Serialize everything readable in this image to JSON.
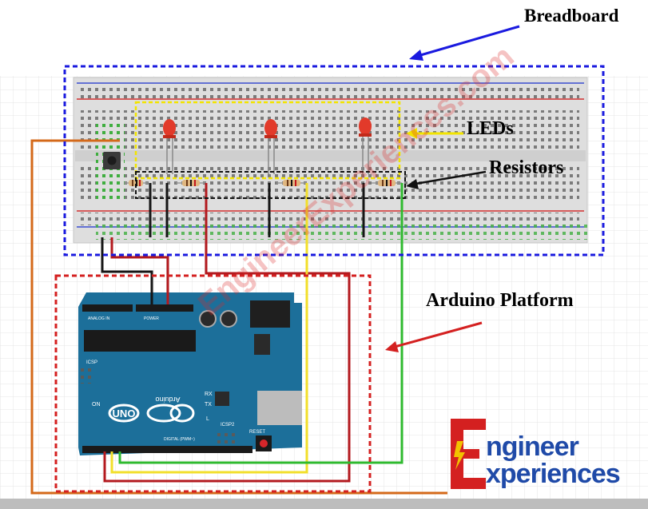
{
  "labels": {
    "breadboard": "Breadboard",
    "leds": "LEDs",
    "resistors": "Resistors",
    "arduino": "Arduino Platform"
  },
  "board": {
    "brand": "UNO",
    "name": "Arduino",
    "tx": "TX",
    "rx": "RX",
    "on": "ON",
    "icsp": "ICSP",
    "icsp2": "ICSP2",
    "reset": "RESET",
    "l_label": "L",
    "power_header": "POWER",
    "analog_header": "ANALOG IN",
    "digital_header": "DIGITAL (PWM~)"
  },
  "logo": {
    "word1": "ngineer",
    "word2": "xperiences"
  },
  "watermark": "EngineerExperiences.com",
  "colors": {
    "breadboard_box": "#1a1adf",
    "led_box": "#f2e400",
    "resistor_box": "#111111",
    "arduino_box": "#d42020",
    "board_blue": "#1c6f9a",
    "wire_orange": "#d4691a",
    "wire_red": "#b3191e",
    "wire_yellow": "#f2df2a",
    "wire_green": "#2fba2f",
    "wire_black": "#151515",
    "led_red": "#e23a2a",
    "logo_red": "#d42020",
    "logo_blue": "#1f4aa8"
  }
}
